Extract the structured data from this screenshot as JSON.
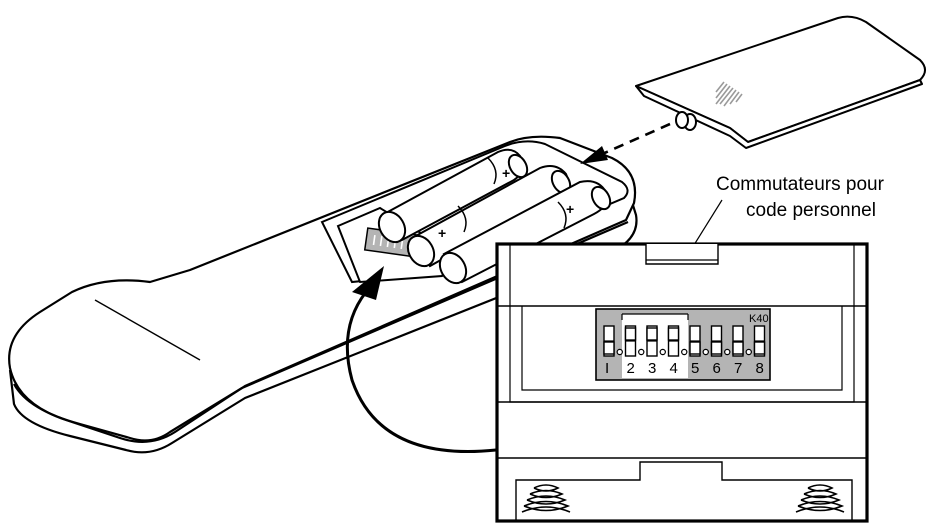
{
  "callout": {
    "line1": "Commutateurs pour",
    "line2": "code personnel"
  },
  "switch_panel": {
    "model_label": "K40",
    "switches": [
      {
        "label": "I",
        "position": "down"
      },
      {
        "label": "2",
        "position": "up"
      },
      {
        "label": "3",
        "position": "up"
      },
      {
        "label": "4",
        "position": "up"
      },
      {
        "label": "5",
        "position": "down"
      },
      {
        "label": "6",
        "position": "down"
      },
      {
        "label": "7",
        "position": "down"
      },
      {
        "label": "8",
        "position": "down"
      }
    ]
  },
  "battery": {
    "polarity_mark": "+"
  },
  "colors": {
    "line": "#000000",
    "panel_gray": "#b4b4b4",
    "hatch_gray": "#9a9a9a"
  }
}
